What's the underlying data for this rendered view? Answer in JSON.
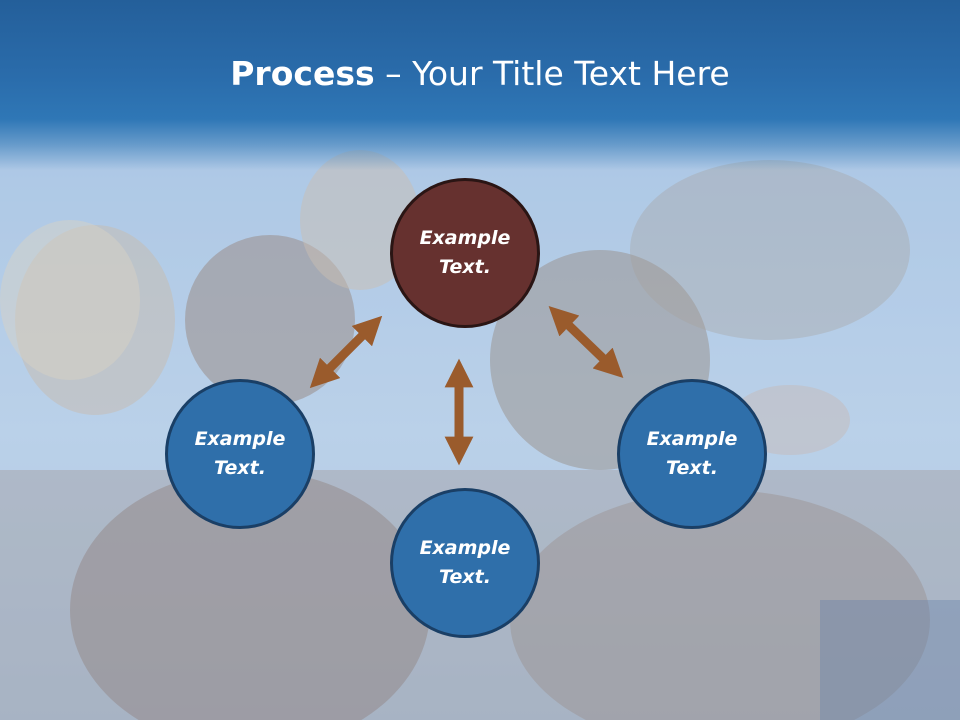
{
  "slide": {
    "title_bold": "Process",
    "title_rest": " – Your Title Text Here"
  },
  "nodes": {
    "top": {
      "line1": "Example",
      "line2": "Text."
    },
    "left": {
      "line1": "Example",
      "line2": "Text."
    },
    "bottom": {
      "line1": "Example",
      "line2": "Text."
    },
    "right": {
      "line1": "Example",
      "line2": "Text."
    }
  },
  "colors": {
    "title_band": "#2a6cab",
    "main_node": "#66312f",
    "node": "#2f6faa",
    "arrow": "#9a5b2c"
  },
  "icons": [
    "double-arrow-icon"
  ]
}
